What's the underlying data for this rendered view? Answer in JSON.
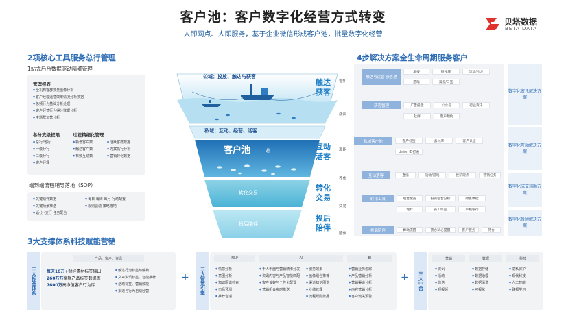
{
  "header": {
    "title": "客户池：客户数字化经营方式转变",
    "subtitle": "人即网点、人即服务，基于企业微信形成客户池，批量数字化经营"
  },
  "logo": {
    "cn": "贝塔数据",
    "en": "BETA DATA"
  },
  "left_top": {
    "section_title": "2项核心工具服务总行管理",
    "subtitle": "1站式后台数据驱动精细管理",
    "report_heading": "管理报表",
    "report_items": [
      "全机构客群数量画像分析",
      "客户经理运营效果情况分析数据",
      "总频行为基础分析处理",
      "客户经营行为得分数据分析",
      "主题群运营分析"
    ],
    "branch_heading": "各分支级权限",
    "branch_items": [
      "总行/省行",
      "一级分行",
      "二级分行",
      "客户经理"
    ],
    "process_heading": "过程精细化管理",
    "process_items_a": [
      "新增客户数",
      "触达客户数",
      "有效互动数"
    ],
    "process_items_b": [
      "活跃客群数据",
      "方案执行分析",
      "营销转化数据"
    ]
  },
  "left_mid": {
    "title": "端到端流程辅导落地（SOP）",
    "items_a": [
      "关键动作数据",
      "关键场景推送",
      "话-分-支行 任务配合"
    ],
    "items_b": [
      "每日·每周·每月 行动配置",
      "规则驱动 策略落地"
    ]
  },
  "left_bottom": {
    "section_title": "3大支撑体系科技赋能营销",
    "tag_system": {
      "title": "三大标签体系",
      "head": "产品、客户、资讯",
      "lines": [
        {
          "bold": "每天10万+",
          "text": "财经素材标签输出"
        },
        {
          "bold": "260万万",
          "text": "金融产品标签数据库"
        },
        {
          "bold": "7600万",
          "text": "高净值客户行为库"
        }
      ],
      "bullets": [
        "触达行为标签与解构",
        "文章资讯标签、智能推荐",
        "活动标签、营销效能",
        "渠道与行为自动经营"
      ]
    },
    "ai_engine": {
      "title": "三大智慧引擎",
      "heads": [
        "NLP",
        "AI",
        "BI"
      ],
      "col1": [
        "情感分析",
        "意图分析",
        "知识图谱检索",
        "市场预测",
        "推荐合适"
      ],
      "col2": [
        "千人千面与营销精准分发",
        "资讯内容与产品智能匹配",
        "客户偏好与个性化配置",
        "营销机会实时推送"
      ],
      "col3": [
        "服务效果",
        "画像组合推荐",
        "渠道知识图谱",
        "业绩管理",
        "流程规则数据"
      ],
      "col4": [
        "营销业务追踪",
        "产品营销分析",
        "营销渠道分析",
        "内容营销分析",
        "客户流失预警"
      ]
    },
    "middle_platform": {
      "title": "三大中台",
      "heads": [
        "营销",
        "数据",
        "科技"
      ],
      "col1": [
        "资讯",
        "活动",
        "微信",
        "短视频"
      ],
      "col2": [
        "数据存储",
        "数据治理",
        "数据清洗",
        "可视化"
      ],
      "col3": [
        "隐私保护",
        "现代科技",
        "人工智能",
        "联邦学习"
      ]
    }
  },
  "funnel": {
    "public_label": "公域：投放、触达与获客",
    "private_label": "私域：互动、经营、活客",
    "pool_label": "客户池",
    "pool_badge": "通",
    "conversion_label": "转化交易",
    "aftersale_label": "投后陪伴",
    "side_labels": [
      {
        "line1": "触达",
        "line2": "获客"
      },
      {
        "line1": "互动",
        "line2": "活客"
      },
      {
        "line1": "转化",
        "line2": "交易"
      },
      {
        "line1": "投后",
        "line2": "陪伴"
      }
    ],
    "stages": [
      "告知",
      "涨闻",
      "涨能",
      "养鱼",
      "交易",
      "陪伴"
    ]
  },
  "right": {
    "section_title": "4步解决方案全生命周期服务客户",
    "rows": [
      {
        "name": "触达与运营·获客通",
        "chips": [
          "早报",
          "短视频",
          "活动/沙龙",
          "游戏",
          "海报/日签"
        ]
      },
      {
        "name": "获客管理",
        "chips": [
          "广告投放",
          "公众号",
          "行业资讯",
          "社群",
          "客户预约"
        ]
      },
      {
        "name": "私域客户池",
        "chips": [
          "客户标签",
          "素材库",
          "客户认证",
          "Union ID打通"
        ]
      },
      {
        "name": "互动活客",
        "chips": [
          "直播",
          "活动/游戏",
          "投研观点",
          "营销任务"
        ]
      },
      {
        "name": "转化工具",
        "chips": [
          "组合配置",
          "投资组合分析",
          "财富体检",
          "理财",
          "员工作业",
          "手机银行"
        ]
      },
      {
        "name": "投后陪伴",
        "chips": [
          "异动提醒",
          "持仓私心提醒",
          "客户服务",
          "持仓"
        ]
      }
    ],
    "labels": [
      "数字化资讯解决方案",
      "数字化互动解决方案",
      "数字化成交辅助方案",
      "数字化投顾解决方案"
    ]
  }
}
